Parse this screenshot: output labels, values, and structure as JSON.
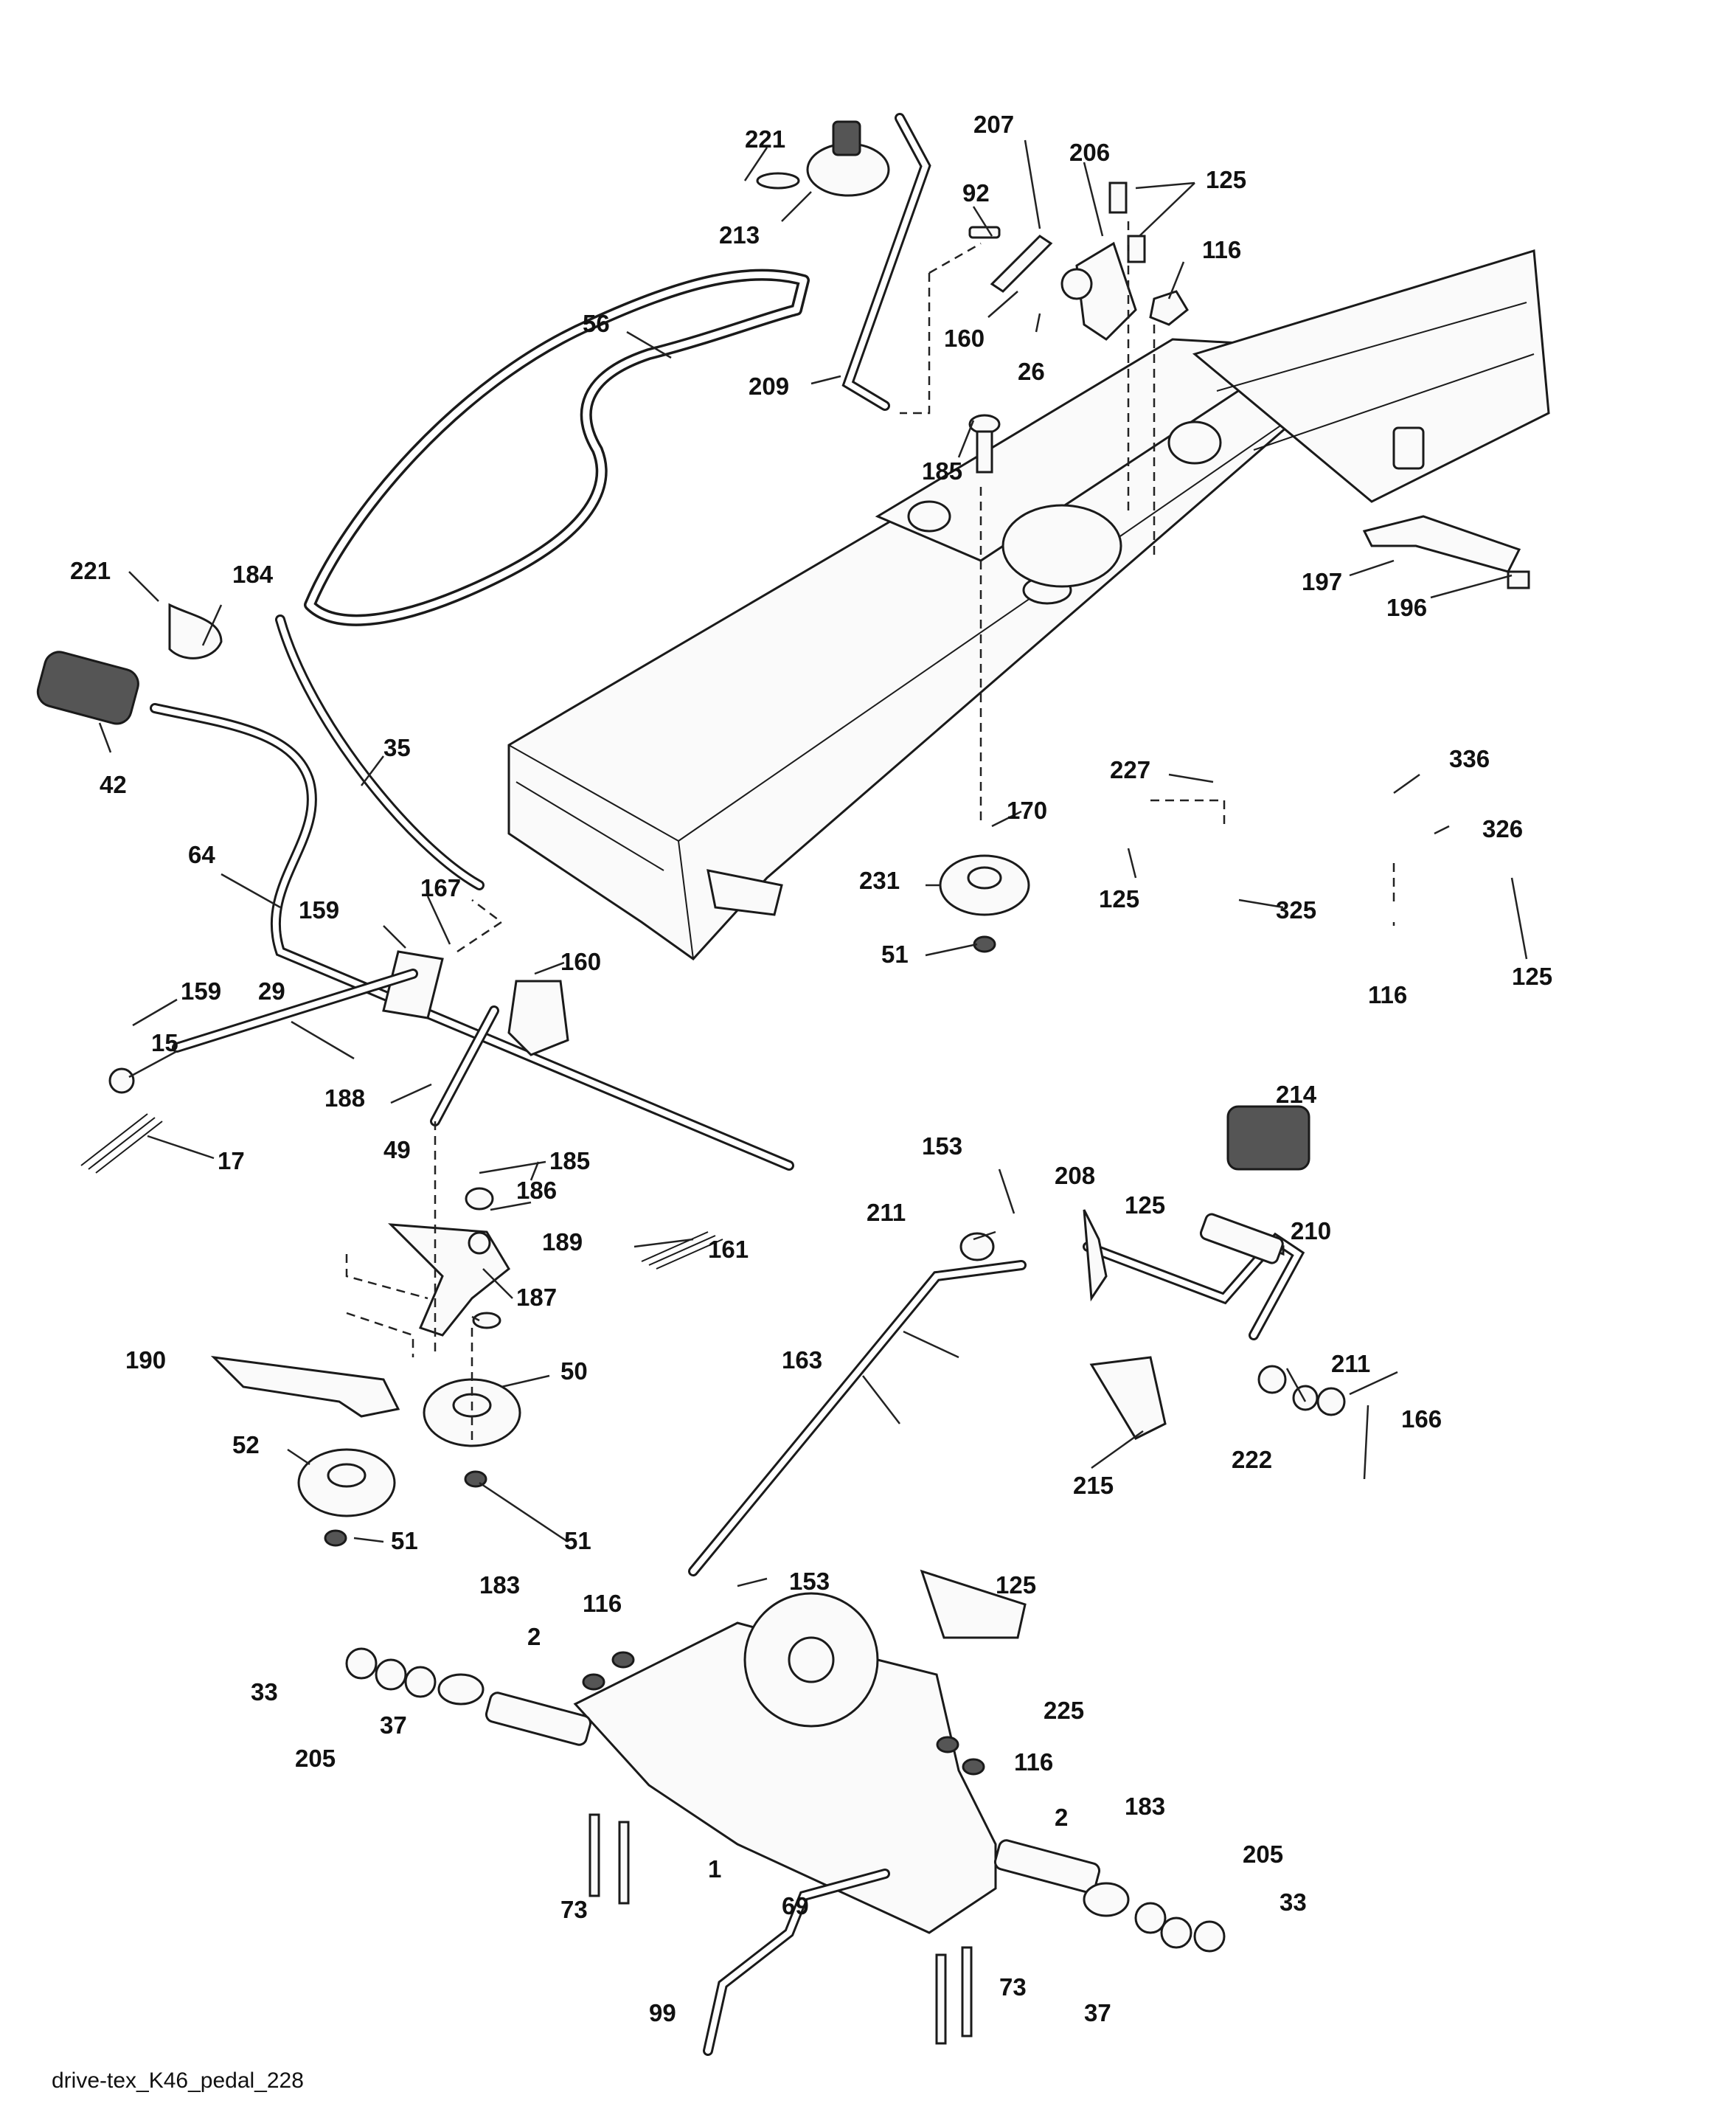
{
  "diagram": {
    "caption": "drive-tex_K46_pedal_228",
    "callouts": {
      "c221a": "221",
      "c213": "213",
      "c207": "207",
      "c92": "92",
      "c206": "206",
      "c125a": "125",
      "c116a": "116",
      "c160a": "160",
      "c26": "26",
      "c56": "56",
      "c209": "209",
      "c185a": "185",
      "c197": "197",
      "c196": "196",
      "c221b": "221",
      "c184": "184",
      "c42": "42",
      "c35": "35",
      "c64": "64",
      "c159a": "159",
      "c167": "167",
      "c160b": "160",
      "c159b": "159",
      "c29": "29",
      "c15": "15",
      "c17": "17",
      "c188": "188",
      "c170": "170",
      "c231": "231",
      "c51a": "51",
      "c227": "227",
      "c125b": "125",
      "c325": "325",
      "c336": "336",
      "c326": "326",
      "c116b": "116",
      "c125c": "125",
      "c49": "49",
      "c185b": "185",
      "c186": "186",
      "c189": "189",
      "c161": "161",
      "c187": "187",
      "c190": "190",
      "c50": "50",
      "c52": "52",
      "c51b": "51",
      "c51c": "51",
      "c153a": "153",
      "c208": "208",
      "c214": "214",
      "c211a": "211",
      "c125d": "125",
      "c210": "210",
      "c163": "163",
      "c211b": "211",
      "c166": "166",
      "c222": "222",
      "c215": "215",
      "c183a": "183",
      "c116c": "116",
      "c153b": "153",
      "c125e": "125",
      "c2a": "2",
      "c33a": "33",
      "c205a": "205",
      "c37a": "37",
      "c225": "225",
      "c116d": "116",
      "c2b": "2",
      "c183b": "183",
      "c1": "1",
      "c73a": "73",
      "c69": "69",
      "c205b": "205",
      "c33b": "33",
      "c73b": "73",
      "c99": "99",
      "c37b": "37"
    }
  }
}
